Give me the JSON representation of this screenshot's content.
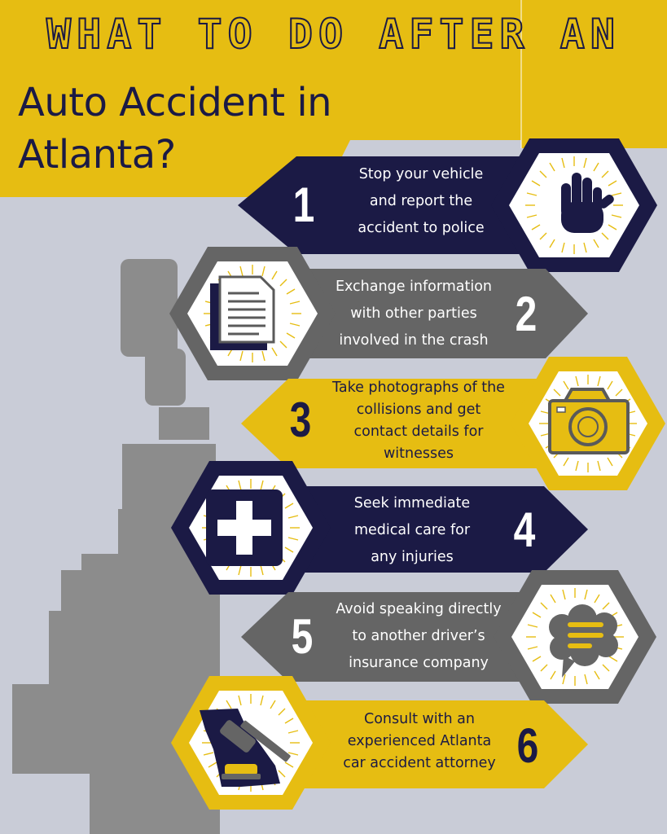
{
  "header": {
    "line1": "WHAT TO DO AFTER AN",
    "line2": "Auto Accident in Atlanta?"
  },
  "colors": {
    "navy": "#1b1a45",
    "yellow": "#e6bd12",
    "gray": "#656565",
    "background": "#c9ccd7",
    "white": "#ffffff"
  },
  "steps": [
    {
      "number": "1",
      "text": "Stop your vehicle\nand report the\naccident to police",
      "icon": "stop-hand-icon"
    },
    {
      "number": "2",
      "text": "Exchange information\nwith other parties\ninvolved in the crash",
      "icon": "documents-icon"
    },
    {
      "number": "3",
      "text": "Take photographs of the\ncollisions and get\ncontact details for\nwitnesses",
      "icon": "camera-icon"
    },
    {
      "number": "4",
      "text": "Seek immediate\nmedical care for\nany injuries",
      "icon": "medical-cross-icon"
    },
    {
      "number": "5",
      "text": "Avoid speaking directly\nto another driver’s\ninsurance company",
      "icon": "speech-bubble-icon"
    },
    {
      "number": "6",
      "text": "Consult with an\nexperienced Atlanta\ncar accident attorney",
      "icon": "georgia-gavel-icon"
    }
  ]
}
